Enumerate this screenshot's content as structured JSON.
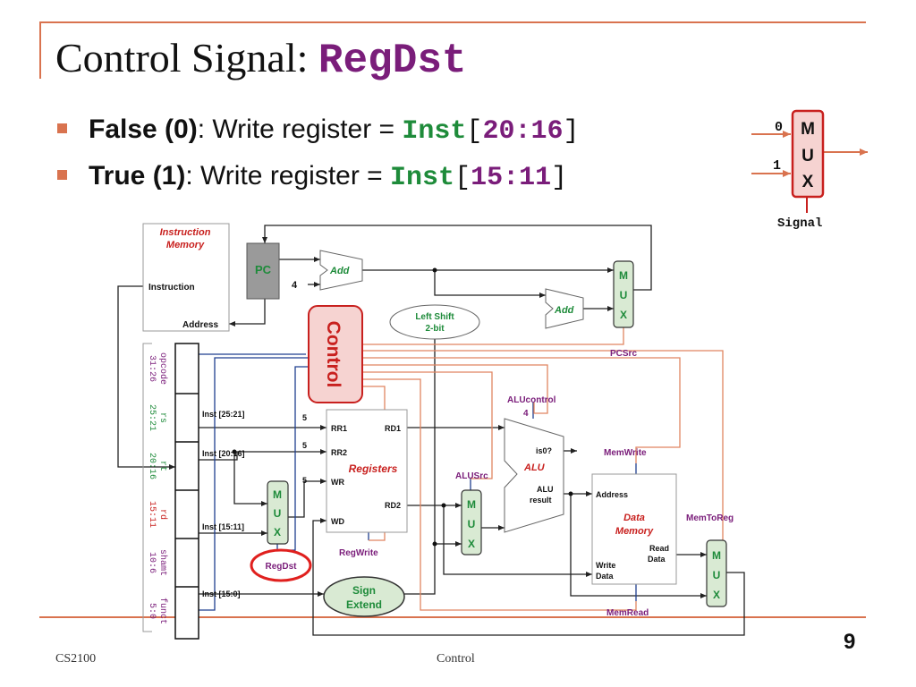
{
  "slide": {
    "title_prefix": "Control Signal: ",
    "title_code": "RegDst"
  },
  "bullets": [
    {
      "bold": "False (0)",
      "text": ": Write register = ",
      "code_green": "Inst",
      "bracket_open": "[",
      "code_purple": "20:16",
      "bracket_close": "]"
    },
    {
      "bold": "True  (1)",
      "text": ":  Write register = ",
      "code_green": "Inst",
      "bracket_open": "[",
      "code_purple": "15:11",
      "bracket_close": "]"
    }
  ],
  "mini_mux": {
    "in0": "0",
    "in1": "1",
    "letters": [
      "M",
      "U",
      "X"
    ],
    "signal": "Signal"
  },
  "diagram": {
    "instruction_memory": {
      "title1": "Instruction",
      "title2": "Memory",
      "instruction": "Instruction",
      "address": "Address"
    },
    "pc": "PC",
    "four": "4",
    "add1": "Add",
    "add2": "Add",
    "left_shift1": "Left Shift",
    "left_shift2": "2-bit",
    "control": "Control",
    "pcsrc": "PCSrc",
    "mux_letters": [
      "M",
      "U",
      "X"
    ],
    "fields": [
      {
        "name": "opcode",
        "bits": "31:26",
        "color": "#7a1d7a"
      },
      {
        "name": "rs",
        "bits": "25:21",
        "color": "#1e8b3a"
      },
      {
        "name": "rt",
        "bits": "20:16",
        "color": "#1e8b3a"
      },
      {
        "name": "rd",
        "bits": "15:11",
        "color": "#c8201e"
      },
      {
        "name": "shamt",
        "bits": "10:6",
        "color": "#7a1d7a"
      },
      {
        "name": "funct",
        "bits": "5:0",
        "color": "#7a1d7a"
      }
    ],
    "inst_25_21": "Inst [25:21]",
    "inst_20_16": "Inst [20:16]",
    "inst_15_11": "Inst [15:11]",
    "inst_15_0": "Inst [15:0]",
    "five": "5",
    "registers": {
      "rr1": "RR1",
      "rr2": "RR2",
      "wr": "WR",
      "wd": "WD",
      "rd1": "RD1",
      "rd2": "RD2",
      "name": "Registers"
    },
    "regwrite": "RegWrite",
    "regdst": "RegDst",
    "sign1": "Sign",
    "sign2": "Extend",
    "alusrc": "ALUSrc",
    "alucontrol": "ALUcontrol",
    "alu_four": "4",
    "alu": {
      "is0": "is0?",
      "name": "ALU",
      "result1": "ALU",
      "result2": "result"
    },
    "memwrite": "MemWrite",
    "memread": "MemRead",
    "memtoreg": "MemToReg",
    "data_memory": {
      "address": "Address",
      "name1": "Data",
      "name2": "Memory",
      "read1": "Read",
      "read2": "Data",
      "write1": "Write",
      "write2": "Data"
    }
  },
  "footer": {
    "left": "CS2100",
    "center": "Control",
    "page": "9"
  },
  "colors": {
    "accent": "#d9734f",
    "purple": "#7a1d7a",
    "green": "#1e8b3a",
    "control_red": "#c8201e",
    "highlight_circle": "#e0201e"
  }
}
